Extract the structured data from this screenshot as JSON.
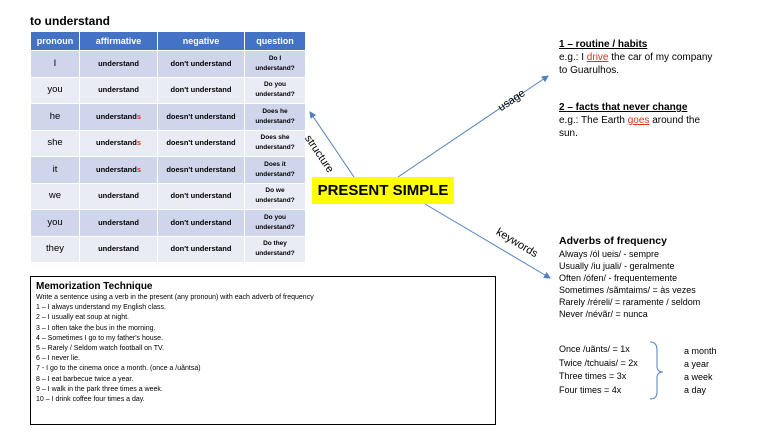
{
  "title": "to understand",
  "table": {
    "headers": [
      "pronoun",
      "affirmative",
      "negative",
      "question"
    ],
    "rows": [
      {
        "pronoun": "I",
        "aff": "understand",
        "aff_s": "",
        "neg": "don't understand",
        "q1": "Do I",
        "q2": "understand?"
      },
      {
        "pronoun": "you",
        "aff": "understand",
        "aff_s": "",
        "neg": "don't understand",
        "q1": "Do you",
        "q2": "understand?"
      },
      {
        "pronoun": "he",
        "aff": "understand",
        "aff_s": "s",
        "neg": "doesn't understand",
        "q1": "Does he",
        "q2": "understand?"
      },
      {
        "pronoun": "she",
        "aff": "understand",
        "aff_s": "s",
        "neg": "doesn't understand",
        "q1": "Does she",
        "q2": "understand?"
      },
      {
        "pronoun": "it",
        "aff": "understand",
        "aff_s": "s",
        "neg": "doesn't understand",
        "q1": "Does it",
        "q2": "understand?"
      },
      {
        "pronoun": "we",
        "aff": "understand",
        "aff_s": "",
        "neg": "don't understand",
        "q1": "Do we",
        "q2": "understand?"
      },
      {
        "pronoun": "you",
        "aff": "understand",
        "aff_s": "",
        "neg": "don't understand",
        "q1": "Do you",
        "q2": "understand?"
      },
      {
        "pronoun": "they",
        "aff": "understand",
        "aff_s": "",
        "neg": "don't understand",
        "q1": "Do they",
        "q2": "understand?"
      }
    ]
  },
  "center_label": "PRESENT SIMPLE",
  "branch_labels": {
    "structure": "structure",
    "usage": "usage",
    "keywords": "keywords"
  },
  "usage": {
    "u1_title": "1 – routine / habits",
    "u1_pre": "e.g.: I ",
    "u1_kw": "drive",
    "u1_post": " the car of my company",
    "u1_line2": "to Guarulhos.",
    "u2_title": "2 – facts that never change",
    "u2_pre": "e.g.: The Earth ",
    "u2_kw": "goes",
    "u2_post": " around the",
    "u2_line2": "sun."
  },
  "adverbs": {
    "title": "Adverbs of frequency",
    "items": [
      "Always /ól ueis/ - sempre",
      "Usually /iu juali/ - geralmente",
      "Often /ófen/ - frequentemente",
      "Sometimes /sãmtaims/ = às vezes",
      "Rarely /réreli/ = raramente / seldom",
      "Never /névãr/ = nunca"
    ]
  },
  "frequency": {
    "left": [
      "Once /uãnts/ = 1x",
      "Twice /tchuais/ = 2x",
      "Three times = 3x",
      "Four times = 4x"
    ],
    "right": [
      "a month",
      "a year",
      "a week",
      "a day"
    ]
  },
  "memo": {
    "title": "Memorization Technique",
    "lines": [
      "Write a sentence using a verb in the present (any pronoun) with each adverb of frequency",
      "1 – I always understand my English class.",
      "2 – I usually eat soup at night.",
      "3 – I often take the bus in the morning.",
      "4 – Sometimes I go to my father's house.",
      "5 – Rarely / Seldom watch football on TV.",
      "6 – I never lie.",
      "7 - I go to the cinema once a month.    (once a /uãntsa)",
      "8 – I eat barbecue twice a year.",
      "9 – I walk in the park three times a week.",
      "10 – I drink coffee four times a day."
    ]
  },
  "colors": {
    "header": "#4472c4",
    "row_dark": "#cfd5ea",
    "row_light": "#e9ebf5",
    "arrow": "#4f81bd",
    "highlight": "#ffff00",
    "accent_red": "#e0301e"
  }
}
